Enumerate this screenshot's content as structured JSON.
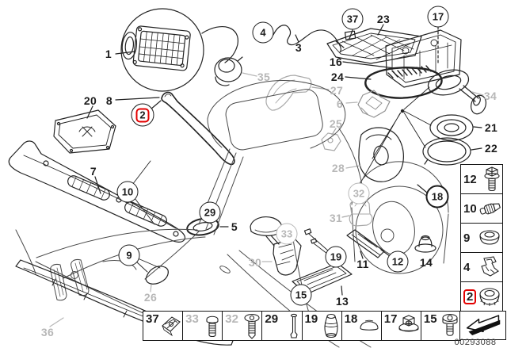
{
  "diagram": {
    "title": "Vehicle body exploded parts diagram",
    "line_color": "#222222",
    "muted_color": "#b7b7b7",
    "highlight_color": "#e30000",
    "drawing_number": "00293088"
  },
  "callouts": {
    "plain": [
      {
        "n": "1"
      },
      {
        "n": "3"
      },
      {
        "n": "23"
      },
      {
        "n": "16"
      },
      {
        "n": "24"
      },
      {
        "n": "20"
      },
      {
        "n": "8"
      },
      {
        "n": "7"
      },
      {
        "n": "5"
      },
      {
        "n": "21"
      },
      {
        "n": "22"
      },
      {
        "n": "11"
      },
      {
        "n": "14"
      },
      {
        "n": "13"
      }
    ],
    "circled": [
      {
        "n": "4"
      },
      {
        "n": "37"
      },
      {
        "n": "17"
      },
      {
        "n": "10"
      },
      {
        "n": "9"
      },
      {
        "n": "29"
      },
      {
        "n": "18"
      },
      {
        "n": "19"
      },
      {
        "n": "12"
      },
      {
        "n": "15"
      }
    ],
    "highlighted": [
      {
        "n": "2"
      }
    ],
    "muted_plain": [
      {
        "n": "35"
      },
      {
        "n": "27"
      },
      {
        "n": "6"
      },
      {
        "n": "25"
      },
      {
        "n": "28"
      },
      {
        "n": "30"
      },
      {
        "n": "31"
      },
      {
        "n": "26"
      },
      {
        "n": "34"
      },
      {
        "n": "36"
      }
    ],
    "muted_circled": [
      {
        "n": "33"
      },
      {
        "n": "32"
      }
    ]
  },
  "right_panel": {
    "items": [
      {
        "n": "12",
        "icon": "hex-bolt-icon",
        "highlight": false
      },
      {
        "n": "10",
        "icon": "nozzle-valve-icon",
        "highlight": false
      },
      {
        "n": "9",
        "icon": "grommet-icon",
        "highlight": false
      },
      {
        "n": "4",
        "icon": "retainer-clip-icon",
        "highlight": false
      },
      {
        "n": "2",
        "icon": "ribbed-cap-icon",
        "highlight": true
      }
    ]
  },
  "bottom_panel": {
    "items": [
      {
        "n": "37",
        "icon": "cage-clip-icon",
        "muted": false
      },
      {
        "n": "33",
        "icon": "round-head-screw-icon",
        "muted": true
      },
      {
        "n": "32",
        "icon": "torx-screw-icon",
        "muted": true
      },
      {
        "n": "29",
        "icon": "pin-rivet-icon",
        "muted": false
      },
      {
        "n": "19",
        "icon": "bellows-plug-icon",
        "muted": false
      },
      {
        "n": "18",
        "icon": "dome-cap-icon",
        "muted": false
      },
      {
        "n": "17",
        "icon": "flange-nut-icon",
        "muted": false
      },
      {
        "n": "15",
        "icon": "socket-screw-icon",
        "muted": false
      }
    ]
  },
  "footer": {
    "drawing_number": "00293088"
  }
}
